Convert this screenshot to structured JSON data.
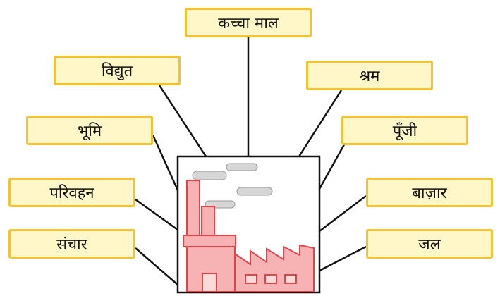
{
  "labels": {
    "raw_material": "कच्चा माल",
    "electricity": "विद्युत",
    "labor": "श्रम",
    "land": "भूमि",
    "capital": "पूँजी",
    "transport": "परिवहन",
    "market": "बाज़ार",
    "communication": "संचार",
    "water": "जल"
  },
  "colors": {
    "box_fill": "#fff7c8",
    "box_border": "#f5c233",
    "factory_fill": "#f7b3b3",
    "factory_stroke": "#e0454a",
    "smoke": "#d6d6d6",
    "connector": "#111111"
  }
}
